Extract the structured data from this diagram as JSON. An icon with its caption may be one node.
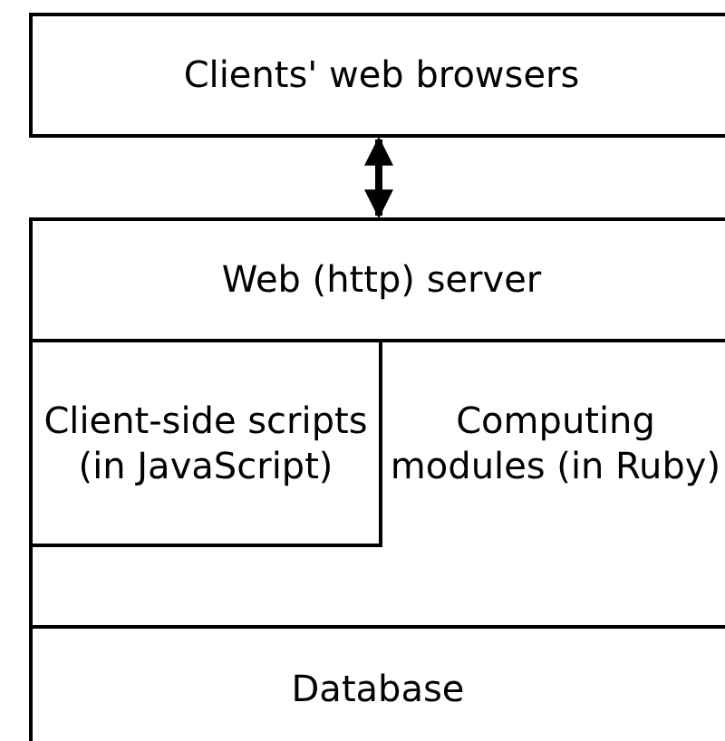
{
  "diagram": {
    "nodes": [
      {
        "text": [
          "Clients' web browsers"
        ]
      },
      {
        "text": [
          "Web (http) server"
        ]
      },
      {
        "text": [
          "Client-side scripts (in JavaScript)"
        ]
      },
      {
        "text": [
          "Computing modules (in Ruby)"
        ]
      },
      {
        "text": [
          "Database"
        ]
      }
    ],
    "edges": [
      {
        "from": 0,
        "to": 1,
        "arrow": "both"
      }
    ]
  }
}
